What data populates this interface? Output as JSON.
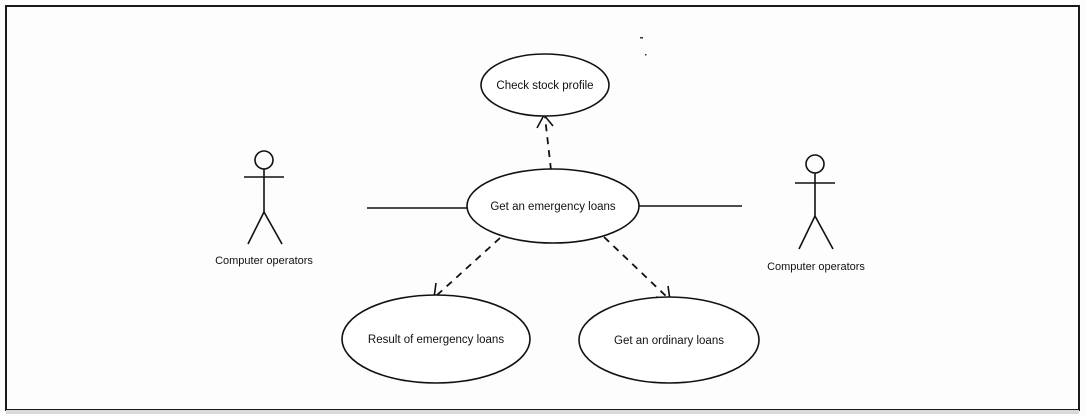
{
  "diagram": {
    "type": "use-case",
    "actors": [
      {
        "id": "actor-left",
        "label": "Computer operators"
      },
      {
        "id": "actor-right",
        "label": "Computer operators"
      }
    ],
    "use_cases": [
      {
        "id": "uc-check-stock",
        "label": "Check stock profile"
      },
      {
        "id": "uc-emergency",
        "label": "Get an emergency loans"
      },
      {
        "id": "uc-result",
        "label": "Result of emergency loans"
      },
      {
        "id": "uc-ordinary",
        "label": "Get an ordinary loans"
      }
    ],
    "relationships": [
      {
        "from": "actor-left",
        "to": "uc-emergency",
        "style": "association"
      },
      {
        "from": "uc-emergency",
        "to": "actor-right",
        "style": "association"
      },
      {
        "from": "uc-emergency",
        "to": "uc-check-stock",
        "style": "dependency"
      },
      {
        "from": "uc-emergency",
        "to": "uc-result",
        "style": "dependency"
      },
      {
        "from": "uc-emergency",
        "to": "uc-ordinary",
        "style": "dependency"
      }
    ]
  }
}
